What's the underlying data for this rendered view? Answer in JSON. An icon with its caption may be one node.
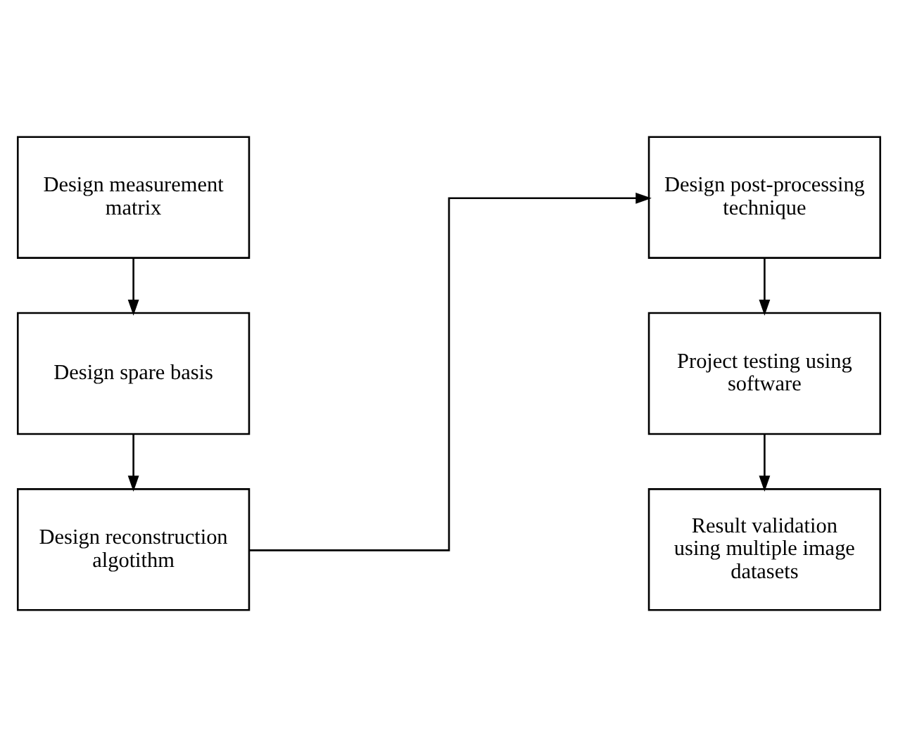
{
  "diagram": {
    "nodes": [
      {
        "text": [
          "Design measurement matrix"
        ]
      },
      {
        "text": [
          "Design spare basis"
        ]
      },
      {
        "text": [
          "Design reconstruction algotithm"
        ]
      },
      {
        "text": [
          "Design post-processing technique"
        ]
      },
      {
        "text": [
          "Project testing using software"
        ]
      },
      {
        "text": [
          "Result validation using multiple image datasets"
        ]
      }
    ],
    "edges": [
      {
        "from": 0,
        "to": 1,
        "arrow": "to"
      },
      {
        "from": 1,
        "to": 2,
        "arrow": "to"
      },
      {
        "from": 2,
        "to": 3,
        "arrow": "to"
      },
      {
        "from": 3,
        "to": 4,
        "arrow": "to"
      },
      {
        "from": 4,
        "to": 5,
        "arrow": "to"
      }
    ]
  }
}
